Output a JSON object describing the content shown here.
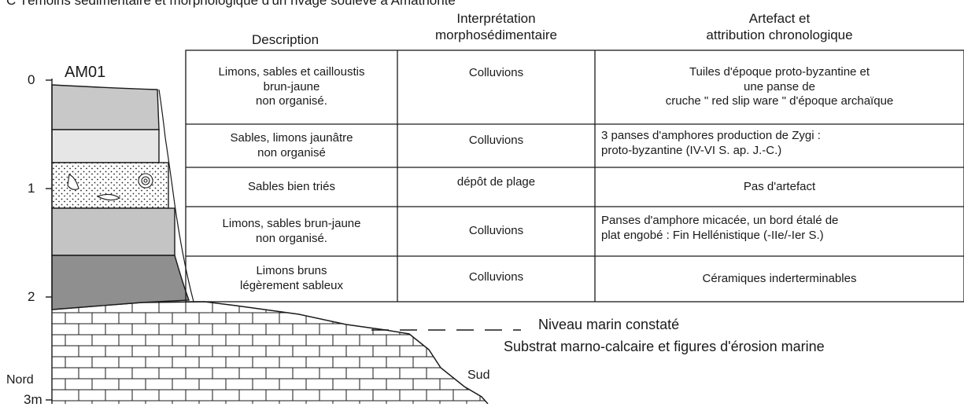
{
  "caption": "C  Témoins sédimentaire et morphologique d'un rivage soulevé à Amathonte",
  "core_label": "AM01",
  "depth_labels": [
    "0",
    "1",
    "2",
    "3m"
  ],
  "direction": {
    "north": "Nord",
    "south": "Sud"
  },
  "headers": {
    "description": "Description",
    "interpretation": [
      "Interprétation",
      "morphosédimentaire"
    ],
    "artefact": [
      "Artefact et",
      "attribution chronologique"
    ]
  },
  "rows": [
    {
      "description": [
        "Limons, sables et cailloustis",
        "brun-jaune",
        "non organisé."
      ],
      "interpretation": "Colluvions",
      "artefact": [
        "Tuiles d'époque proto-byzantine et",
        "une panse de",
        "cruche \" red slip ware \" d'époque archaïque"
      ]
    },
    {
      "description": [
        "Sables, limons jaunâtre",
        "non organisé"
      ],
      "interpretation": "Colluvions",
      "artefact": [
        "3 panses d'amphores production de Zygi :",
        "proto-byzantine (IV-VI S. ap. J.-C.)"
      ]
    },
    {
      "description": [
        "Sables bien triés"
      ],
      "interpretation": "dépôt de plage",
      "artefact": [
        "Pas d'artefact"
      ]
    },
    {
      "description": [
        "Limons, sables  brun-jaune",
        "non organisé."
      ],
      "interpretation": "Colluvions",
      "artefact": [
        "Panses d'amphore micacée, un bord étalé de",
        "plat engobé : Fin Hellénistique (-IIe/-Ier S.)"
      ]
    },
    {
      "description": [
        "Limons bruns",
        "légèrement sableux"
      ],
      "interpretation": "Colluvions",
      "artefact": [
        "Céramiques inderterminables"
      ]
    }
  ],
  "legend": {
    "sea_level": "Niveau marin constaté",
    "substrate": "Substrat marno-calcaire et figures d'érosion marine"
  },
  "colors": {
    "layer_1": "#c8c8c8",
    "layer_2": "#e6e6e6",
    "layer_3": "#ffffff",
    "layer_4": "#c4c4c4",
    "layer_5": "#8f8f8f",
    "line": "#1a1a1a"
  }
}
